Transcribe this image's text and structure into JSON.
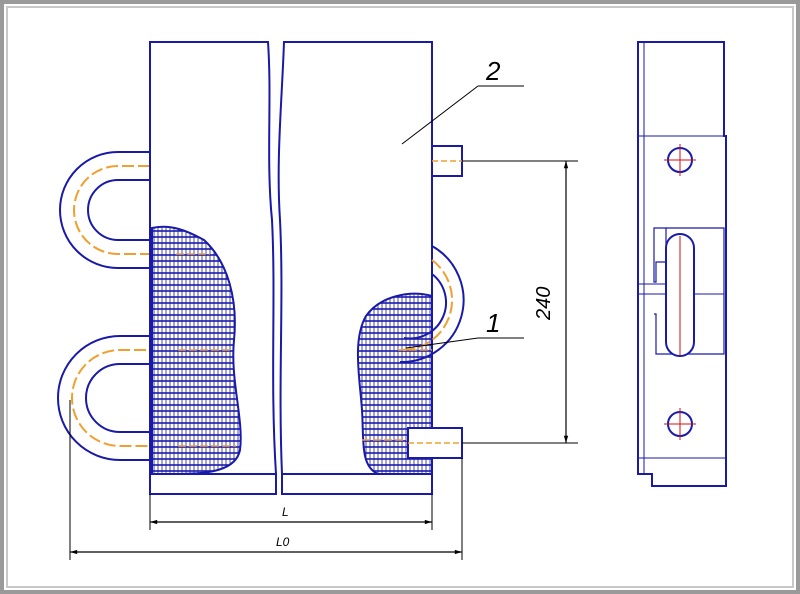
{
  "drawing": {
    "labels": {
      "callout_top": "2",
      "callout_bottom": "1",
      "dim_vertical": "240",
      "dim_inner_width": "L",
      "dim_overall_width": "L0"
    },
    "colors": {
      "outline": "#1a1aa8",
      "tube": "#f0a030",
      "hole_center": "#d01010",
      "dimension": "#000000",
      "frame_outer": "#9a9a9a",
      "frame_inner": "#c8c8c8",
      "background": "#ffffff"
    }
  }
}
